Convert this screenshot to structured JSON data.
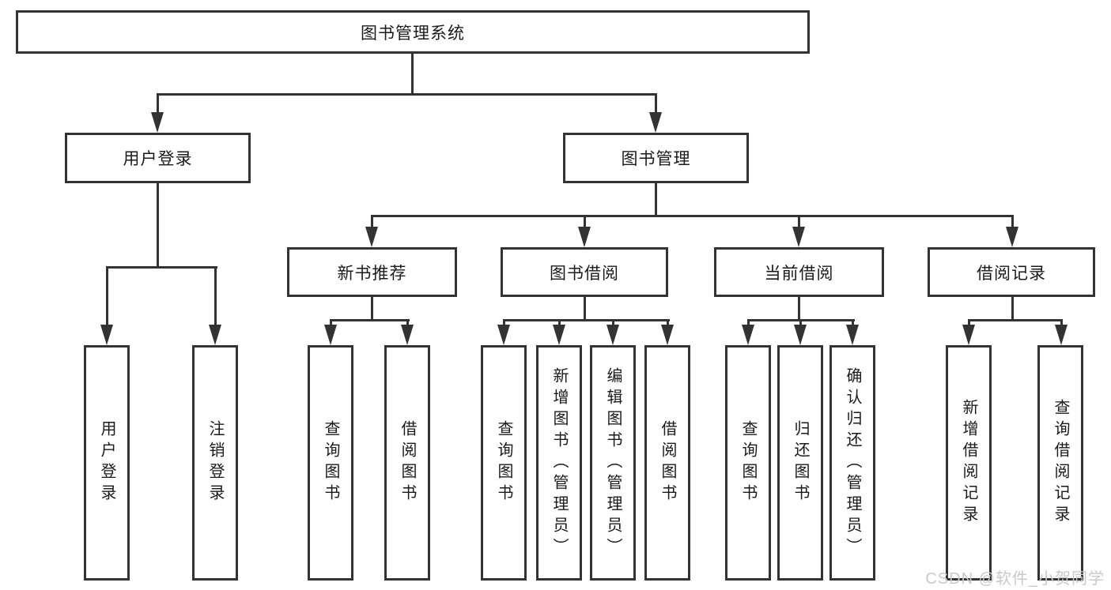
{
  "diagram_title": "图书管理系统",
  "colors": {
    "line": "#333333",
    "text": "#1a1a1a",
    "box_background": "#ffffff",
    "watermark": "#c9c9c9"
  },
  "watermark": {
    "text": "CSDN @软件_小贺同学"
  },
  "tree": {
    "root": {
      "label": "图书管理系统"
    },
    "branches": [
      {
        "label": "用户登录",
        "children": [
          {
            "label": "用户登录"
          },
          {
            "label": "注销登录"
          }
        ]
      },
      {
        "label": "图书管理",
        "children": [
          {
            "label": "新书推荐",
            "children": [
              {
                "label": "查询图书"
              },
              {
                "label": "借阅图书"
              }
            ]
          },
          {
            "label": "图书借阅",
            "children": [
              {
                "label": "查询图书"
              },
              {
                "label": "新增图书（管理员）"
              },
              {
                "label": "编辑图书（管理员）"
              },
              {
                "label": "借阅图书"
              }
            ]
          },
          {
            "label": "当前借阅",
            "children": [
              {
                "label": "查询图书"
              },
              {
                "label": "归还图书"
              },
              {
                "label": "确认归还（管理员）"
              }
            ]
          },
          {
            "label": "借阅记录",
            "children": [
              {
                "label": "新增借阅记录"
              },
              {
                "label": "查询借阅记录"
              }
            ]
          }
        ]
      }
    ]
  }
}
